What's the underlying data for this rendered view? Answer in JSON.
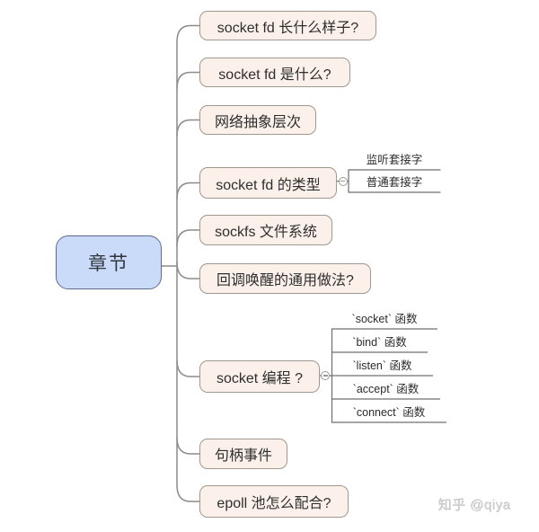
{
  "diagram": {
    "type": "mindmap",
    "root": {
      "label": "章节"
    },
    "topics": [
      {
        "label": "socket fd 长什么样子?"
      },
      {
        "label": "socket fd 是什么?"
      },
      {
        "label": "网络抽象层次"
      },
      {
        "label": "socket fd 的类型",
        "collapse_icon": "minus-circle",
        "children": [
          {
            "label": "监听套接字"
          },
          {
            "label": "普通套接字"
          }
        ]
      },
      {
        "label": "sockfs 文件系统"
      },
      {
        "label": "回调唤醒的通用做法?"
      },
      {
        "label": "socket 编程 ?",
        "collapse_icon": "minus-circle",
        "children": [
          {
            "label": "`socket` 函数"
          },
          {
            "label": "`bind` 函数"
          },
          {
            "label": "`listen` 函数"
          },
          {
            "label": "`accept` 函数"
          },
          {
            "label": "`connect` 函数"
          }
        ]
      },
      {
        "label": "句柄事件"
      },
      {
        "label": "epoll 池怎么配合?"
      }
    ]
  },
  "watermark": {
    "text": "知乎 @qiya"
  },
  "colors": {
    "topic_fill": "#fbf1ea",
    "topic_border": "#a0978d",
    "root_fill": "#c9dbf8",
    "root_border": "#5d6c8e",
    "connector": "#8c8c8c",
    "subline": "#6f6f6f",
    "text": "#2e2e2e",
    "watermark": "#cfcfcf"
  }
}
